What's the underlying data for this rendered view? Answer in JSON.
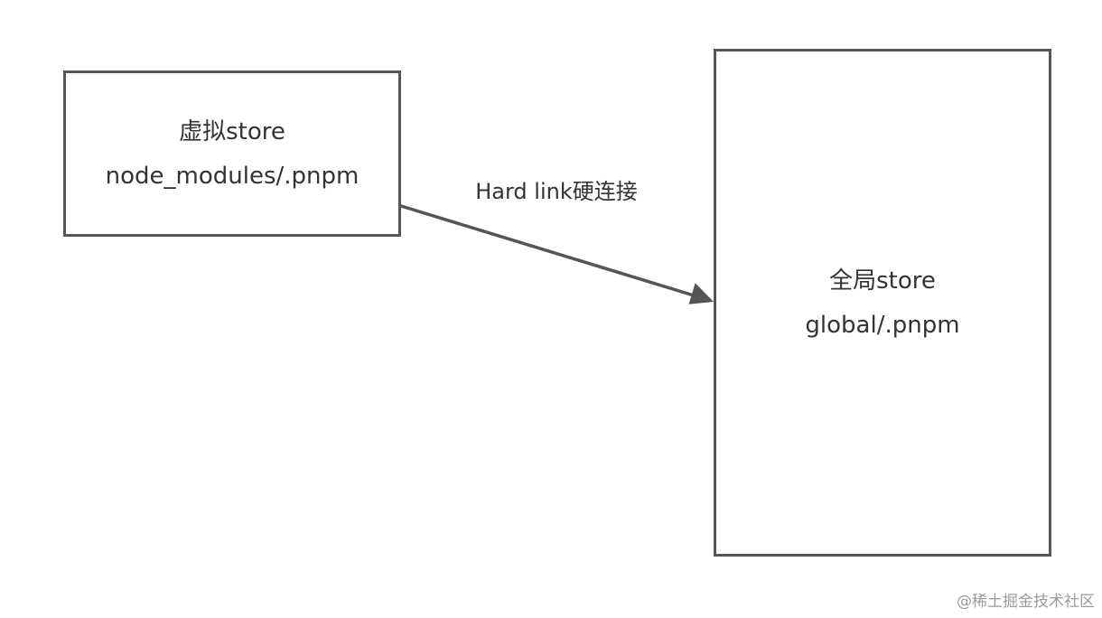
{
  "nodes": {
    "virtual_store": {
      "title": "虚拟store",
      "path": "node_modules/.pnpm"
    },
    "global_store": {
      "title": "全局store",
      "path": "global/.pnpm"
    }
  },
  "edge": {
    "label": "Hard link硬连接",
    "color": "#555555"
  },
  "watermark": "@稀土掘金技术社区"
}
